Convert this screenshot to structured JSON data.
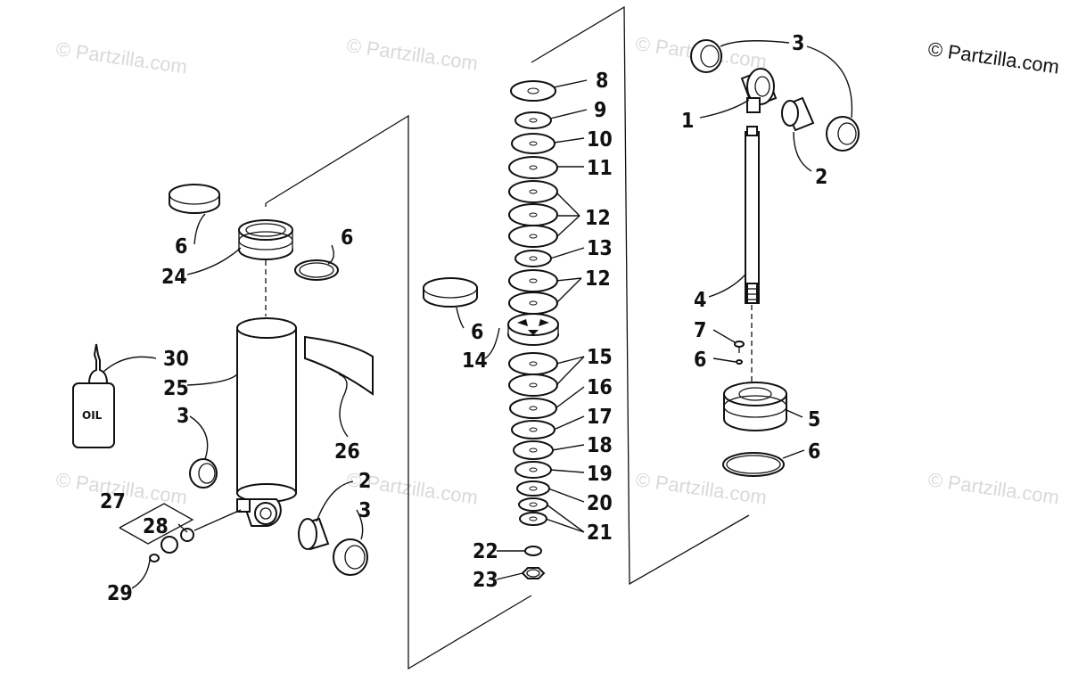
{
  "copyright": "© Partzilla.com",
  "watermark": "© Partzilla.com",
  "oil_label": "OIL",
  "callouts": {
    "c1": "1",
    "c2a": "2",
    "c2b": "2",
    "c3a": "3",
    "c3b": "3",
    "c3c": "3",
    "c4": "4",
    "c5": "5",
    "c6a": "6",
    "c6b": "6",
    "c6c": "6",
    "c6d": "6",
    "c6e": "6",
    "c7": "7",
    "c8": "8",
    "c9": "9",
    "c10": "10",
    "c11": "11",
    "c12a": "12",
    "c12b": "12",
    "c13": "13",
    "c14": "14",
    "c15": "15",
    "c16": "16",
    "c17": "17",
    "c18": "18",
    "c19": "19",
    "c20": "20",
    "c21": "21",
    "c22": "22",
    "c23": "23",
    "c24": "24",
    "c25": "25",
    "c26": "26",
    "c27": "27",
    "c28": "28",
    "c29": "29",
    "c30": "30"
  }
}
